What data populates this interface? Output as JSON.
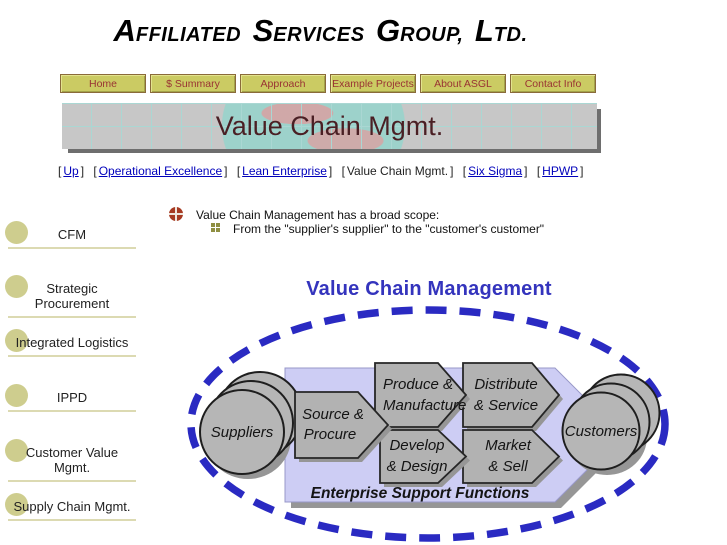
{
  "logo": {
    "words": [
      {
        "cap": "A",
        "rest": "FFILIATED"
      },
      {
        "cap": "S",
        "rest": "ERVICES"
      },
      {
        "cap": "G",
        "rest": "ROUP,"
      },
      {
        "cap": "L",
        "rest": "TD."
      }
    ]
  },
  "nav": {
    "items": [
      "Home",
      "$ Summary",
      "Approach",
      "Example Projects",
      "About ASGL",
      "Contact Info"
    ]
  },
  "banner": {
    "title": "Value Chain Mgmt."
  },
  "breadcrumb": {
    "open": "[",
    "close": "]",
    "items": [
      {
        "label": "Up",
        "is_link": true
      },
      {
        "label": "Operational Excellence",
        "is_link": true
      },
      {
        "label": "Lean Enterprise",
        "is_link": true
      },
      {
        "label": "Value Chain Mgmt.",
        "is_link": false,
        "current": true
      },
      {
        "label": "Six Sigma",
        "is_link": true
      },
      {
        "label": "HPWP",
        "is_link": true
      }
    ]
  },
  "content": {
    "intro": "Value Chain Management has a broad scope:",
    "sub": "From the \"supplier's supplier\" to the \"customer's customer\""
  },
  "sidebar": {
    "items": [
      "CFM",
      "Strategic Procurement",
      "Integrated Logistics",
      "IPPD",
      "Customer Value Mgmt.",
      "Supply Chain Mgmt."
    ]
  },
  "diagram": {
    "title": "Value Chain Management",
    "suppliers_label": "Suppliers",
    "customers_label": "Customers",
    "band_label": "Enterprise Support Functions",
    "arrows": [
      {
        "line1": "Source &",
        "line2": "Procure"
      },
      {
        "line1": "Produce &",
        "line2": "Manufacture"
      },
      {
        "line1": "Develop",
        "line2": "& Design"
      },
      {
        "line1": "Distribute",
        "line2": "& Service"
      },
      {
        "line1": "Market",
        "line2": "& Sell"
      }
    ]
  },
  "colors": {
    "dashed_ellipse": "#2a2ac2",
    "diagram_title": "#3434bd",
    "band_fill": "#cdcdf4",
    "shape_fill": "#b2b2b2",
    "button_bg": "#cbcb63",
    "button_text": "#993333",
    "link_blue": "#0000bb",
    "banner_text": "#4a1f24"
  }
}
